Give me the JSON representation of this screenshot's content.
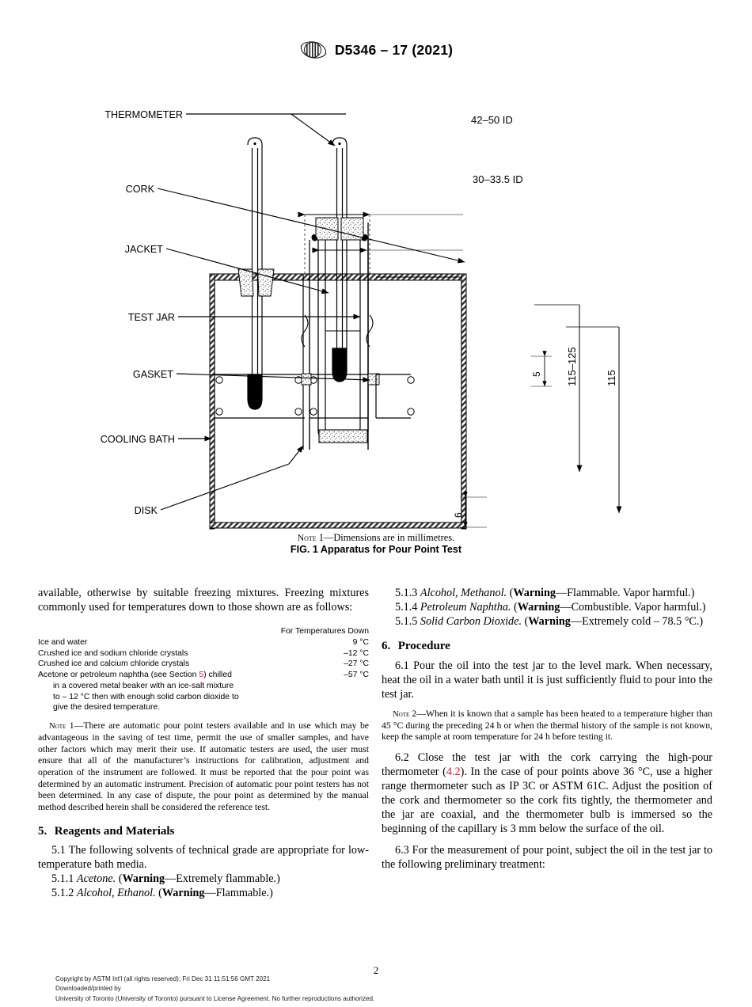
{
  "header": {
    "logo_alt": "ASTM",
    "designation": "D5346 – 17 (2021)"
  },
  "figure": {
    "labels": {
      "thermometer": "THERMOMETER",
      "cork": "CORK",
      "jacket": "JACKET",
      "test_jar": "TEST JAR",
      "gasket": "GASKET",
      "cooling_bath": "COOLING BATH",
      "disk": "DISK"
    },
    "dimensions": {
      "jacket_id": "42–50 ID",
      "jar_id": "30–33.5 ID",
      "jar_height": "115–125",
      "bath_height": "115",
      "immersion": "5",
      "disk_thickness": "6"
    },
    "note_prefix": "Note",
    "note_number": "1",
    "note_text": "—Dimensions are in millimetres.",
    "caption": "FIG. 1 Apparatus for Pour Point Test"
  },
  "left_column": {
    "para_continued": "available, otherwise by suitable freezing mixtures. Freezing mixtures commonly used for temperatures down to those shown are as follows:",
    "table": {
      "header": "For Temperatures Down",
      "rows": [
        {
          "mixture": "Ice and water",
          "temp": "9 °C"
        },
        {
          "mixture": "Crushed ice and sodium chloride crystals",
          "temp": "–12 °C"
        },
        {
          "mixture": "Crushed ice and calcium chloride crystals",
          "temp": "–27 °C"
        }
      ],
      "last_row": {
        "mixture_pre": "Acetone or petroleum naphtha (see Section ",
        "mixture_link": "5",
        "mixture_post": ") chilled",
        "temp": "–57 °C",
        "continuation_1": "in a covered metal beaker with an ice-salt mixture",
        "continuation_2": "to – 12 °C then with enough solid carbon dioxide to",
        "continuation_3": "give the desired temperature."
      }
    },
    "note1": {
      "prefix": "Note",
      "number": "1",
      "text": "—There are automatic pour point testers available and in use which may be advantageous in the saving of test time, permit the use of smaller samples, and have other factors which may merit their use. If automatic testers are used, the user must ensure that all of the manufacturer’s instructions for calibration, adjustment and operation of the instrument are followed. It must be reported that the pour point was determined by an automatic instrument. Precision of automatic pour point testers has not been determined. In any case of dispute, the pour point as determined by the manual method described herein shall be considered the reference test."
    },
    "section5": {
      "number": "5.",
      "title": "Reagents and Materials",
      "p51_num": "5.1",
      "p51_text": "The following solvents of technical grade are appropriate for low-temperature bath media.",
      "p511_num": "5.1.1",
      "p511_name": "Acetone.",
      "p511_warn": "Warning",
      "p511_text": "—Extremely flammable.)",
      "p512_num": "5.1.2",
      "p512_name": "Alcohol, Ethanol.",
      "p512_warn": "Warning",
      "p512_text": "—Flammable.)"
    }
  },
  "right_column": {
    "p513_num": "5.1.3",
    "p513_name": "Alcohol, Methanol.",
    "p513_warn": "Warning",
    "p513_text": "—Flammable. Vapor harmful.)",
    "p514_num": "5.1.4",
    "p514_name": "Petroleum Naphtha.",
    "p514_warn": "Warning",
    "p514_text": "—Combustible. Vapor harmful.)",
    "p515_num": "5.1.5",
    "p515_name": "Solid Carbon Dioxide.",
    "p515_warn": "Warning",
    "p515_text": "—Extremely cold – 78.5 °C.)",
    "section6": {
      "number": "6.",
      "title": "Procedure",
      "p61_num": "6.1",
      "p61_text": "Pour the oil into the test jar to the level mark. When necessary, heat the oil in a water bath until it is just sufficiently fluid to pour into the test jar.",
      "note2": {
        "prefix": "Note",
        "number": "2",
        "text": "—When it is known that a sample has been heated to a temperature higher than 45 °C during the preceding 24 h or when the thermal history of the sample is not known, keep the sample at room temperature for 24 h before testing it."
      },
      "p62_num": "6.2",
      "p62_pre": "Close the test jar with the cork carrying the high-pour thermometer (",
      "p62_link": "4.2",
      "p62_post": "). In the case of pour points above 36 °C, use a higher range thermometer such as IP 3C or ASTM 61C. Adjust the position of the cork and thermometer so the cork fits tightly, the thermometer and the jar are coaxial, and the thermometer bulb is immersed so the beginning of the capillary is 3 mm below the surface of the oil.",
      "p63_num": "6.3",
      "p63_text": "For the measurement of pour point, subject the oil in the test jar to the following preliminary treatment:"
    }
  },
  "footer": {
    "page_number": "2",
    "line1": "Copyright by ASTM Int'l (all rights reserved); Fri Dec 31 11:51:56 GMT 2021",
    "line2": "Downloaded/printed by",
    "line3": "University of Toronto (University of Toronto) pursuant to License Agreement. No further reproductions authorized."
  },
  "colors": {
    "link": "#c0272d",
    "text": "#000000",
    "background": "#ffffff"
  }
}
